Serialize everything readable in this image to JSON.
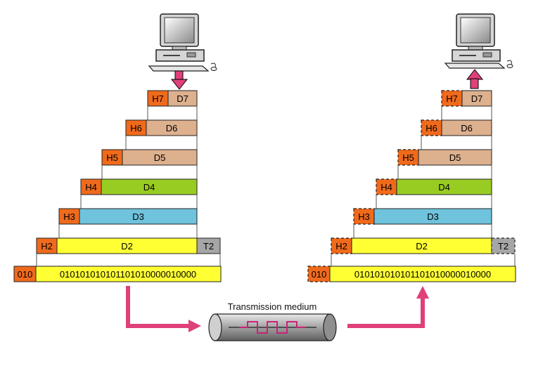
{
  "layers": [
    {
      "header": "H7",
      "data": "D7"
    },
    {
      "header": "H6",
      "data": "D6"
    },
    {
      "header": "H5",
      "data": "D5"
    },
    {
      "header": "H4",
      "data": "D4"
    },
    {
      "header": "H3",
      "data": "D3"
    },
    {
      "header": "H2",
      "data": "D2",
      "trailer": "T2"
    }
  ],
  "physical": {
    "header": "010",
    "bits": "010101010101101010000010000"
  },
  "medium": {
    "label": "Transmission medium"
  },
  "colors": {
    "header": "#F06A1C",
    "d7": "#DDB08E",
    "d6": "#DDB08E",
    "d5": "#DDB08E",
    "d4": "#99CC22",
    "d3": "#6FC3DC",
    "d2": "#FFFF33",
    "trailer": "#A6A6A6",
    "bits": "#FFFF33",
    "arrow": "#E0407A",
    "signal": "#CC2277"
  }
}
